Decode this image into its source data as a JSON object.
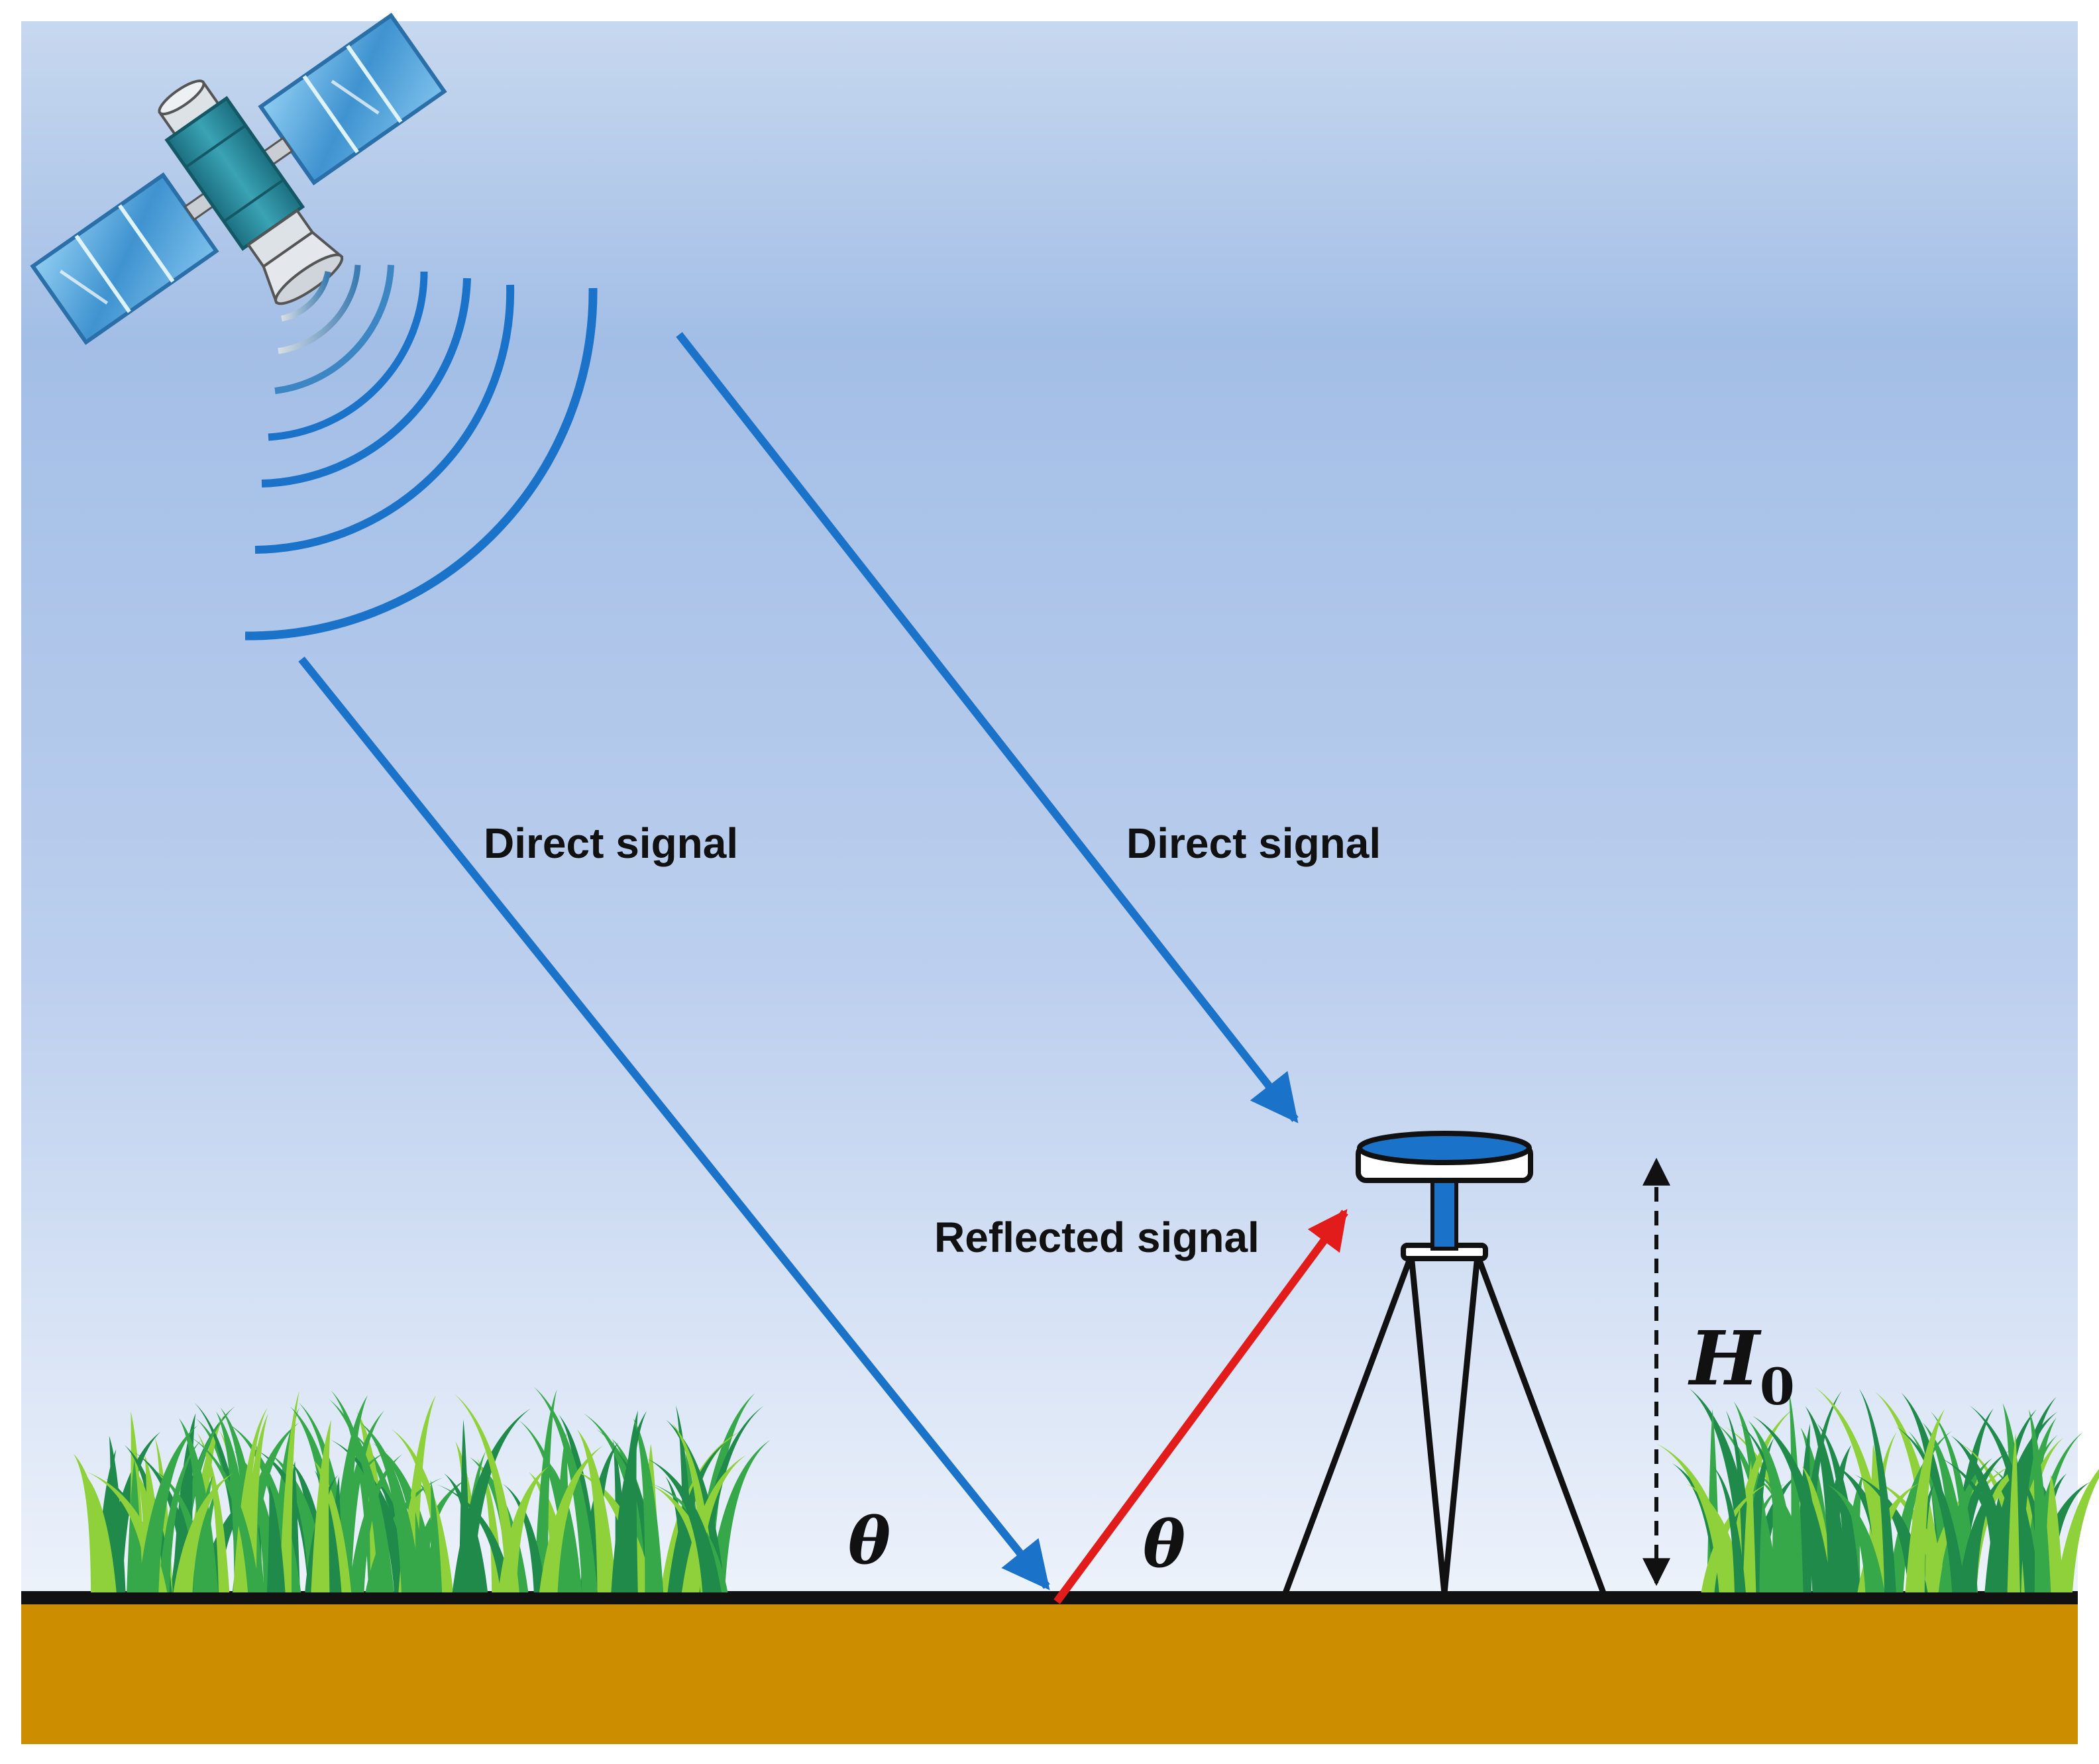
{
  "labels": {
    "direct_signal_left": "Direct signal",
    "direct_signal_right": "Direct signal",
    "reflected_signal": "Reflected signal",
    "angle_incident": "θ",
    "angle_reflected": "θ",
    "antenna_height_symbol": "H",
    "antenna_height_subscript": "0"
  },
  "colors": {
    "sky_top": "#c7d8ef",
    "sky_mid": "#a3bee6",
    "sky_bottom": "#eef3fb",
    "signal_blue": "#1a73c9",
    "reflected_red": "#e21b1b",
    "ground": "#cc8e00",
    "ground_line": "#111111",
    "grass_dark": "#1f8a4a",
    "grass_mid": "#37a84a",
    "grass_light": "#8ed13a",
    "satellite_body": "#2e8c9c",
    "solar_panel": "#4a9fd4"
  },
  "icons": {
    "satellite": "satellite-icon",
    "receiver": "gnss-receiver-antenna-icon",
    "grass": "grass-icon"
  }
}
